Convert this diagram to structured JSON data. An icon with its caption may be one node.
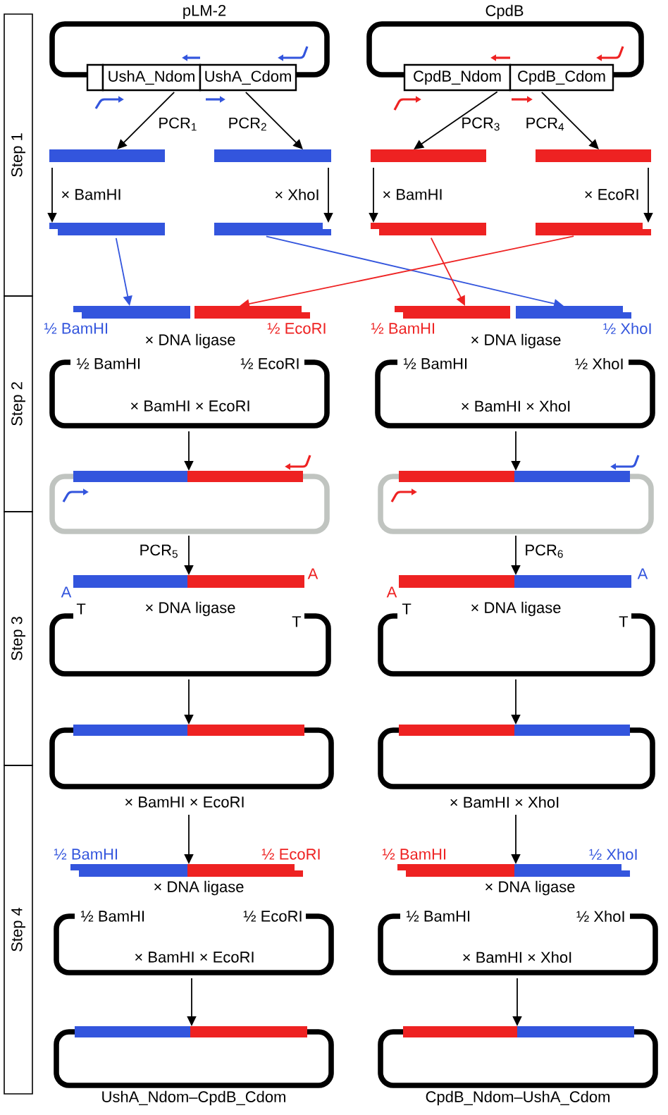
{
  "diagram": {
    "nodes": [
      {
        "text": [
          "Step 1"
        ]
      },
      {
        "text": [
          "Step 2"
        ]
      },
      {
        "text": [
          "Step 3"
        ]
      },
      {
        "text": [
          "Step 4"
        ]
      },
      {
        "text": [
          "pLM-2"
        ]
      },
      {
        "text": [],
        "shape": "box"
      },
      {
        "text": [
          "UshA_Ndom"
        ]
      },
      {
        "text": [
          "UshA_Cdom"
        ]
      },
      {
        "text": [
          "CpdB"
        ]
      },
      {
        "text": [
          "CpdB_Ndom"
        ]
      },
      {
        "text": [
          "CpdB_Cdom"
        ]
      },
      {
        "text": [],
        "shape": "bar"
      },
      {
        "text": [],
        "shape": "bar"
      },
      {
        "text": [],
        "shape": "bar"
      },
      {
        "text": [],
        "shape": "bar"
      },
      {
        "text": [],
        "shape": "bar"
      },
      {
        "text": [],
        "shape": "bar"
      },
      {
        "text": [],
        "shape": "bar"
      },
      {
        "text": [],
        "shape": "bar"
      },
      {
        "text": [],
        "shape": "bar",
        "beside": [
          "½ BamHI"
        ]
      },
      {
        "text": [],
        "shape": "bar",
        "beside": [
          "½ EcoRI"
        ]
      },
      {
        "text": [],
        "shape": "bar",
        "beside": [
          "½ BamHI"
        ]
      },
      {
        "text": [],
        "shape": "bar",
        "beside": [
          "½ XhoI"
        ]
      },
      {
        "text": [
          "½ BamHI",
          "½ EcoRI",
          "× BamHI × EcoRI"
        ]
      },
      {
        "text": [
          "½ BamHI",
          "½ XhoI",
          "× BamHI × XhoI"
        ]
      },
      {
        "text": [],
        "shape": "box"
      },
      {
        "text": [],
        "shape": "box"
      },
      {
        "text": [],
        "shape": "bar",
        "beside": [
          "A",
          "A"
        ]
      },
      {
        "text": [],
        "shape": "bar",
        "beside": [
          "A",
          "A"
        ]
      },
      {
        "text": [
          "T",
          "T"
        ]
      },
      {
        "text": [
          "T",
          "T"
        ]
      },
      {
        "text": [],
        "shape": "box"
      },
      {
        "text": [],
        "shape": "box"
      },
      {
        "text": [],
        "shape": "bar",
        "beside": [
          "½ BamHI",
          "½ EcoRI"
        ]
      },
      {
        "text": [],
        "shape": "bar",
        "beside": [
          "½ BamHI",
          "½ XhoI"
        ]
      },
      {
        "text": [
          "½ BamHI",
          "½ EcoRI",
          "× BamHI × EcoRI"
        ]
      },
      {
        "text": [
          "½ BamHI",
          "½ XhoI",
          "× BamHI × XhoI"
        ]
      },
      {
        "text": [
          "UshA_Ndom–CpdB_Cdom"
        ]
      },
      {
        "text": [
          "CpdB_Ndom–UshA_Cdom"
        ]
      }
    ],
    "edges": [
      {
        "from": 6,
        "to": 11,
        "arrow": "to",
        "label": "PCR$_{1}$"
      },
      {
        "from": 7,
        "to": 12,
        "arrow": "to",
        "label": "PCR$_{2}$"
      },
      {
        "from": 9,
        "to": 13,
        "arrow": "to",
        "label": "PCR$_{3}$"
      },
      {
        "from": 10,
        "to": 14,
        "arrow": "to",
        "label": "PCR$_{4}$"
      },
      {
        "from": 11,
        "to": 15,
        "arrow": "to",
        "label": "× BamHI"
      },
      {
        "from": 12,
        "to": 16,
        "arrow": "to",
        "label": "× XhoI"
      },
      {
        "from": 13,
        "to": 17,
        "arrow": "to",
        "label": "× BamHI"
      },
      {
        "from": 14,
        "to": 18,
        "arrow": "to",
        "label": "× EcoRI"
      },
      {
        "from": 15,
        "to": 19,
        "arrow": "to",
        "color": "#3355dd"
      },
      {
        "from": 16,
        "to": 22,
        "arrow": "to",
        "color": "#3355dd"
      },
      {
        "from": 17,
        "to": 21,
        "arrow": "to",
        "color": "#ee2222"
      },
      {
        "from": 18,
        "to": 20,
        "arrow": "to",
        "color": "#ee2222"
      },
      {
        "from": 23,
        "to": 25,
        "arrow": "to"
      },
      {
        "from": 24,
        "to": 26,
        "arrow": "to"
      },
      {
        "from": 25,
        "to": 27,
        "arrow": "to",
        "label": "PCR$_{5}$"
      },
      {
        "from": 26,
        "to": 28,
        "arrow": "to",
        "label": "PCR$_{6}$"
      },
      {
        "from": 29,
        "to": 31,
        "arrow": "to"
      },
      {
        "from": 30,
        "to": 32,
        "arrow": "to"
      },
      {
        "from": 31,
        "to": 33,
        "arrow": "to",
        "label": "× BamHI × EcoRI"
      },
      {
        "from": 32,
        "to": 34,
        "arrow": "to",
        "label": "× BamHI × XhoI"
      },
      {
        "from": 35,
        "to": 37,
        "arrow": "to"
      },
      {
        "from": 36,
        "to": 38,
        "arrow": "to"
      }
    ],
    "labels": [
      "× DNA ligase",
      "× DNA ligase",
      "× DNA ligase",
      "× DNA ligase",
      "× DNA ligase",
      "× DNA ligase"
    ]
  }
}
